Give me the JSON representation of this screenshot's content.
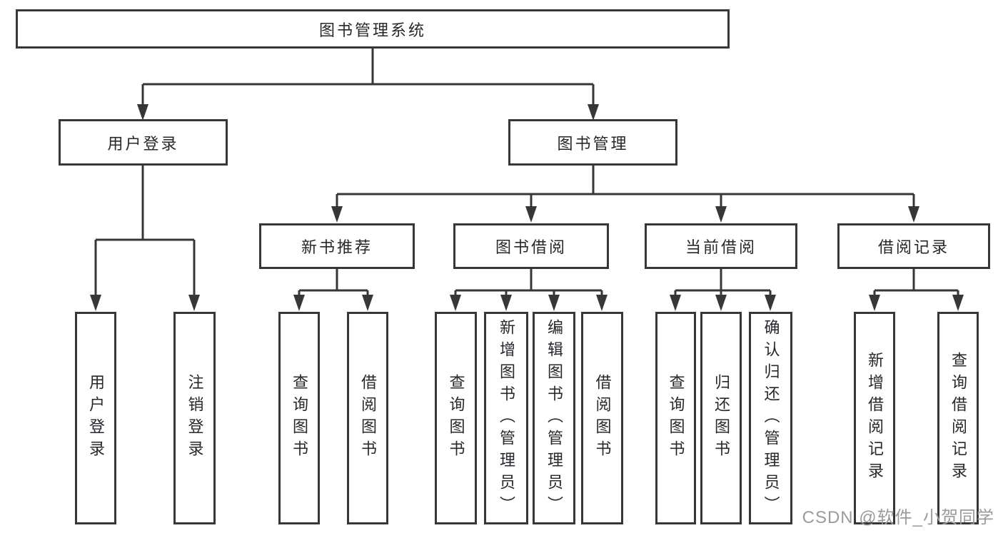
{
  "diagram": {
    "type": "hierarchy-tree",
    "root": {
      "label": "图书管理系统"
    },
    "level2": [
      {
        "label": "用户登录",
        "parent": "图书管理系统"
      },
      {
        "label": "图书管理",
        "parent": "图书管理系统"
      }
    ],
    "level3": [
      {
        "label": "新书推荐",
        "parent": "图书管理"
      },
      {
        "label": "图书借阅",
        "parent": "图书管理"
      },
      {
        "label": "当前借阅",
        "parent": "图书管理"
      },
      {
        "label": "借阅记录",
        "parent": "图书管理"
      }
    ],
    "leaves": [
      {
        "label": "用户登录",
        "parent": "用户登录"
      },
      {
        "label": "注销登录",
        "parent": "用户登录"
      },
      {
        "label": "查询图书",
        "parent": "新书推荐"
      },
      {
        "label": "借阅图书",
        "parent": "新书推荐"
      },
      {
        "label": "查询图书",
        "parent": "图书借阅"
      },
      {
        "label": "新增图书（管理员）",
        "parent": "图书借阅"
      },
      {
        "label": "编辑图书（管理员）",
        "parent": "图书借阅"
      },
      {
        "label": "借阅图书",
        "parent": "图书借阅"
      },
      {
        "label": "查询图书",
        "parent": "当前借阅"
      },
      {
        "label": "归还图书",
        "parent": "当前借阅"
      },
      {
        "label": "确认归还（管理员）",
        "parent": "当前借阅"
      },
      {
        "label": "新增借阅记录",
        "parent": "借阅记录"
      },
      {
        "label": "查询借阅记录",
        "parent": "借阅记录"
      }
    ]
  },
  "watermark": {
    "text": "CSDN @软件_小贺同学"
  },
  "colors": {
    "line": "#373737",
    "box_border": "#373737",
    "box_fill": "#ffffff",
    "text": "#26282c",
    "watermark": "#9b9b9b",
    "background": "#ffffff"
  }
}
